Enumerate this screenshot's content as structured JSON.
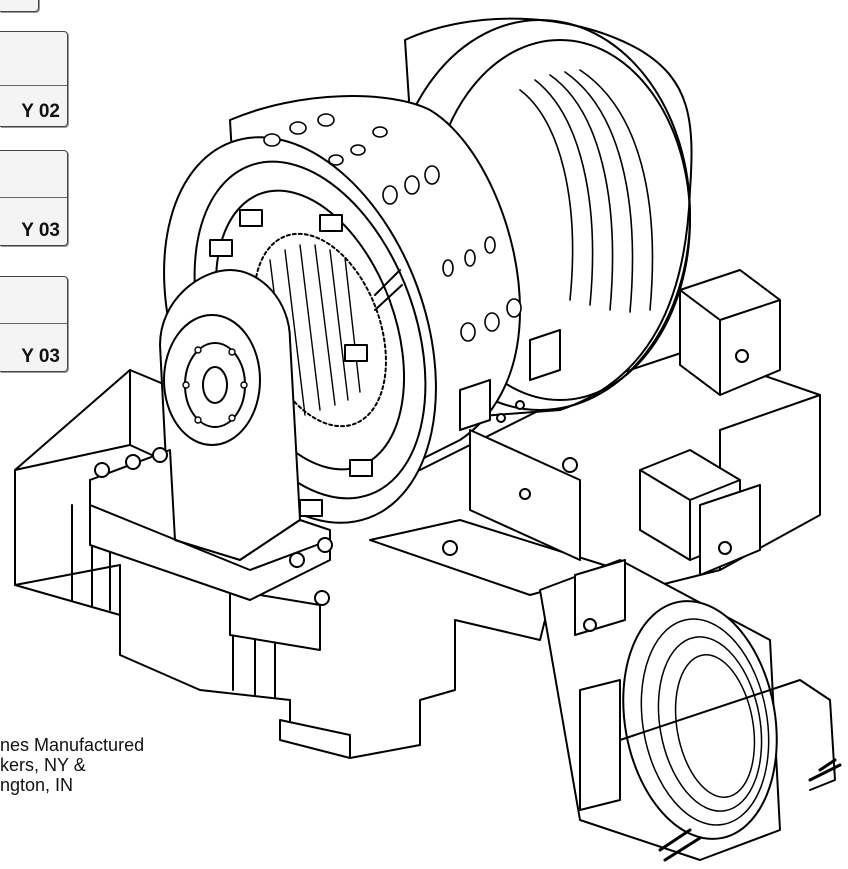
{
  "labels": [
    {
      "code": ""
    },
    {
      "code": "Y 02"
    },
    {
      "code": "Y 03"
    },
    {
      "code": "Y 03"
    }
  ],
  "caption": {
    "line1": "nes Manufactured",
    "line2": "kers, NY &",
    "line3": "ngton, IN"
  },
  "colors": {
    "line": "#000000",
    "paper": "#ffffff",
    "tag": "#f4f4f4"
  }
}
